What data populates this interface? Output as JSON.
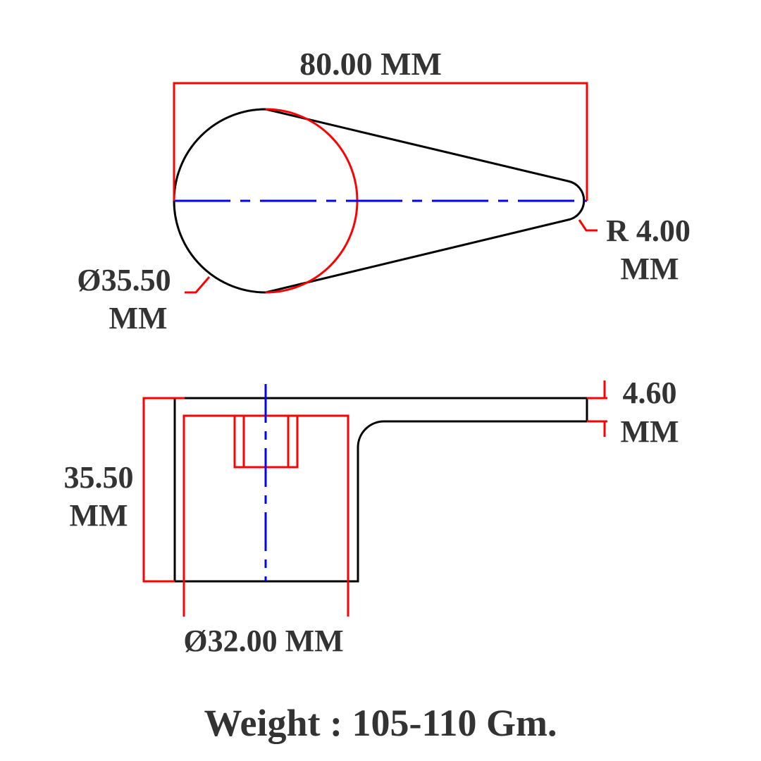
{
  "top_view": {
    "length_dim": "80.00 MM",
    "radius_dim_line1": "R 4.00",
    "radius_dim_line2": "MM",
    "diameter_dim_line1": "Ø35.50",
    "diameter_dim_line2": "MM"
  },
  "side_view": {
    "height_dim_line1": "35.50",
    "height_dim_line2": "MM",
    "thickness_dim_line1": "4.60",
    "thickness_dim_line2": "MM",
    "bore_dim": "Ø32.00 MM"
  },
  "weight_label": "Weight : 105-110 Gm.",
  "colors": {
    "outline": "#000000",
    "dimension": "#ff0000",
    "centerline": "#0000ff",
    "text": "#333333"
  }
}
